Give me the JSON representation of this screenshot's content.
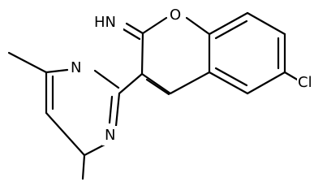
{
  "diagram": {
    "type": "chemical-structure",
    "atoms": {
      "imine": "HN",
      "ring_oxygen": "O",
      "chlorine": "Cl",
      "pyrimidine_n_top": "N",
      "pyrimidine_n_bottom": "N"
    },
    "colors": {
      "line": "#000000",
      "background": "#ffffff"
    }
  }
}
